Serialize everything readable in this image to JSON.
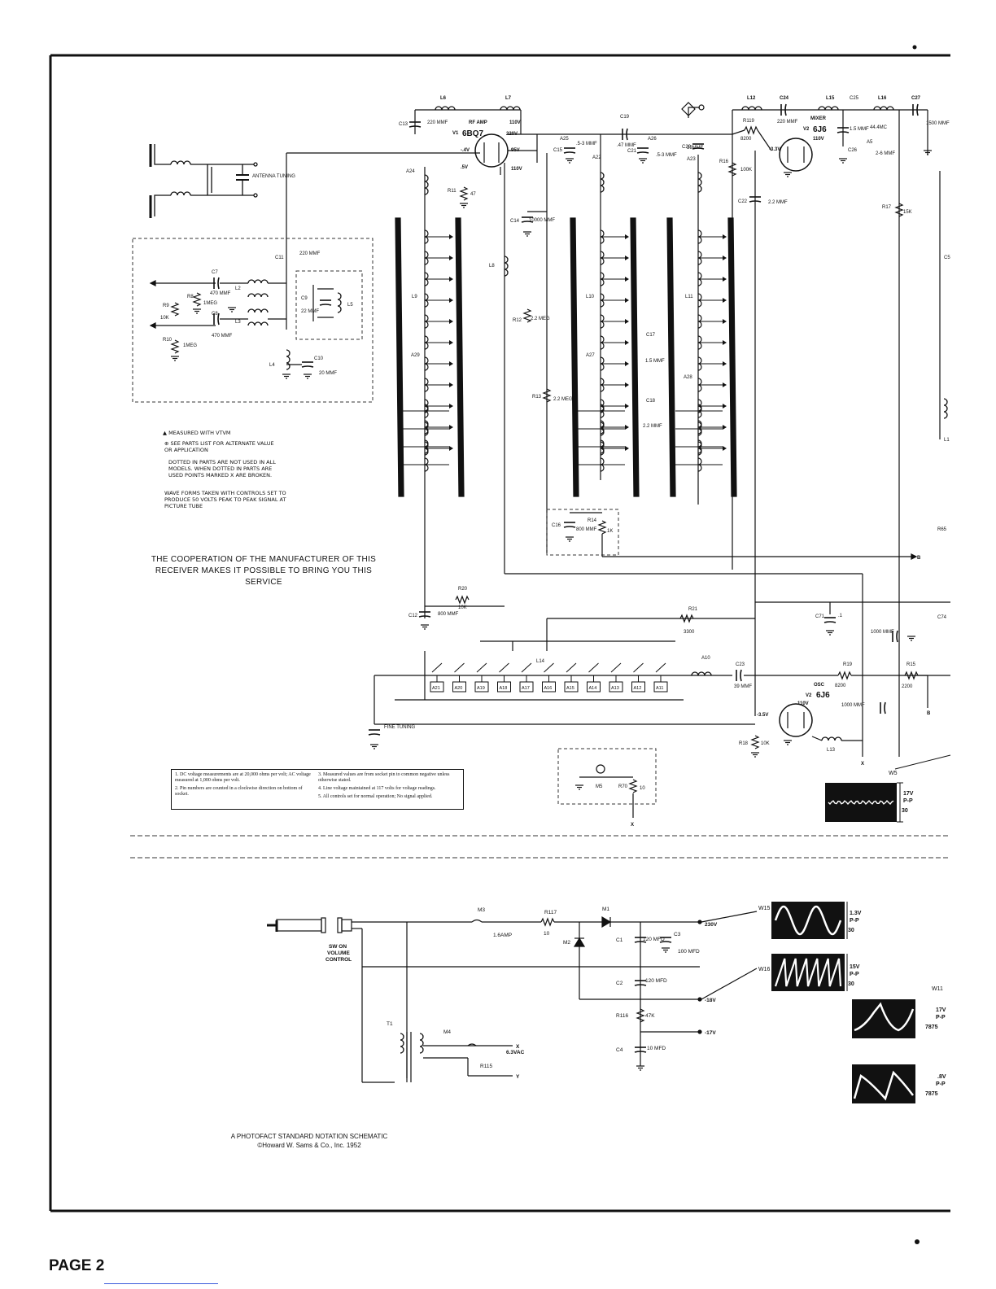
{
  "page_label": "PAGE 2",
  "cooperation_note": "THE COOPERATION OF THE MANUFACTURER OF THIS RECEIVER MAKES IT POSSIBLE TO BRING YOU THIS SERVICE",
  "credit": {
    "line1": "A PHOTOFACT STANDARD NOTATION SCHEMATIC",
    "line2": "©Howard W. Sams & Co., Inc. 1952"
  },
  "symbol_notes": {
    "vtvm": "▲ MEASURED WITH VTVM",
    "parts_list": "⊕ SEE PARTS LIST FOR ALTERNATE VALUE OR APPLICATION",
    "dotted": "DOTTED IN PARTS ARE NOT USED IN ALL MODELS. WHEN DOTTED IN PARTS ARE USED POINTS MARKED X ARE BROKEN.",
    "wave": "WAVE FORMS TAKEN WITH CONTROLS SET TO PRODUCE 50 VOLTS PEAK TO PEAK SIGNAL AT PICTURE TUBE"
  },
  "legend_notes": [
    "1. DC voltage measurements are at 20,000 ohms per volt; AC voltage measured at 1,000 ohms per volt.",
    "2. Pin numbers are counted in a clockwise direction on bottom of socket.",
    "3. Measured values are from socket pin to common negative unless otherwise stated.",
    "4. Line voltage maintained at 117 volts for voltage readings.",
    "5. All controls set for normal operation; No signal applied."
  ],
  "tubes": {
    "v1": {
      "ref": "V1",
      "type": "6BQ7",
      "func": "RF AMP"
    },
    "v2_mixer": {
      "ref": "V2",
      "type": "6J6",
      "func": "MIXER"
    },
    "v2_osc": {
      "ref": "V2",
      "type": "6J6",
      "func": "OSC"
    }
  },
  "labels": {
    "antenna_tuning": "ANTENNA TUNING",
    "fine_tuning": "FINE TUNING",
    "sw_on": "SW ON",
    "volume": "VOLUME",
    "control": "CONTROL",
    "fuse": "1.6AMP",
    "ac_out": "6.3VAC",
    "x": "X",
    "y": "Y",
    "b": "B"
  },
  "components": {
    "L6": "L6",
    "L7": "L7",
    "L12": "L12",
    "L15": "L15",
    "L16": "L16",
    "C13": "C13",
    "C13v": "220 MMF",
    "C19": "C19",
    "C19v": ".47 MMF",
    "C24": "C24",
    "C24v": "220 MMF",
    "C25": "C25",
    "C25v": "1.5 MMF",
    "C26": "C26",
    "C26v": "2-6 MMF",
    "C27": "C27",
    "C27v": "1500 MMF",
    "L16v": "44.4MC",
    "C15": "C15",
    "C15v": ".5-3 MMF",
    "C21": "C21",
    "C21v": ".5-3 MMF",
    "C20": "C20",
    "C20v": "39MMF",
    "C22": "C22",
    "C22v": "2.2 MMF",
    "C14": "C14",
    "C14v": "10000 MMF",
    "R119": "R119",
    "R119v": "8200",
    "R16": "R16",
    "R16v": "100K",
    "R17": "R17",
    "R17v": "15K",
    "R11": "R11",
    "R11v": "47",
    "R12": "R12",
    "R12v": "2.2 MEG",
    "R13": "R13",
    "R13v": "2.2 MEG",
    "R14": "R14",
    "R14v": "1K",
    "C16": "C16",
    "C16v": "800 MMF",
    "C17": "C17",
    "C17v": "1.5 MMF",
    "C18": "C18",
    "C18v": "2.2 MMF",
    "C11": "C11",
    "C11v": "220 MMF",
    "C7": "C7",
    "C7v": "470 MMF",
    "C8": "C8",
    "C8v": "470 MMF",
    "C9": "C9",
    "C9v": "22 MMF",
    "C10": "C10",
    "C10v": "20 MMF",
    "R8": "R8",
    "R8v": "1MEG",
    "R9": "R9",
    "R9v": "10K",
    "R10": "R10",
    "R10v": "1MEG",
    "L2": "L2",
    "L3": "L3",
    "L4": "L4",
    "L5": "L5",
    "L8": "L8",
    "L9": "L9",
    "L10": "L10",
    "L11": "L11",
    "L13": "L13",
    "L14": "L14",
    "A24": "A24",
    "A25": "A25",
    "A26": "A26",
    "A22": "A22",
    "A23": "A23",
    "A27": "A27",
    "A28": "A28",
    "A29": "A29",
    "A5": "A5",
    "A10": "A10",
    "C12": "C12",
    "C12v": "800 MMF",
    "R20": "R20",
    "R20v": "10K",
    "R21": "R21",
    "R21v": "3300",
    "C23": "C23",
    "C23v": "39 MMF",
    "R19": "R19",
    "R19v": "8200",
    "R15": "R15",
    "R15v": "2200",
    "R18": "R18",
    "R18v": "10K",
    "C71": "C71",
    "C71v": ".1",
    "C1000": "1000 MMF",
    "C1000b": "1000 MMF",
    "M5": "M5",
    "R70": "R70",
    "R70v": "10",
    "W5": "W5",
    "M3": "M3",
    "R117": "R117",
    "R117v": "10",
    "M1": "M1",
    "M2": "M2",
    "C1": "C1",
    "C1v": "120 MFD",
    "C3": "C3",
    "C3v": "100 MFD",
    "C2": "C2",
    "C2v": "120 MFD",
    "R116": "R116",
    "R116v": "47K",
    "C4": "C4",
    "C4v": "10 MFD",
    "T1": "T1",
    "M4": "M4",
    "R115": "R115",
    "W15": "W15",
    "W16": "W16",
    "W11": "W11",
    "C5": "C5",
    "L1": "L1",
    "R65": "R65",
    "C74": "C74"
  },
  "switch_bank": [
    "A21",
    "A20",
    "A19",
    "A18",
    "A17",
    "A16",
    "A15",
    "A14",
    "A13",
    "A12",
    "A11"
  ],
  "voltages": {
    "v1_plate": "110V",
    "v1_220": "220V",
    "v1_95": "95V",
    "v1_110b": "110V",
    "v1_grid": "-.4V",
    "v1_cath": ".5V",
    "mixer_110": "110V",
    "mixer_grid": "-3.3V",
    "osc_110": "110V",
    "osc_grid": "-3.5V",
    "b230": "230V",
    "bm18": "-18V",
    "bm17": "-17V"
  },
  "waveforms": {
    "w5": {
      "amp": "17V",
      "pp": "P-P",
      "freq": "30"
    },
    "w15": {
      "amp": "1.3V",
      "pp": "P-P",
      "freq": "30"
    },
    "w16": {
      "amp": "15V",
      "pp": "P-P",
      "freq": "30"
    },
    "w11": {
      "amp": "17V",
      "pp": "P-P",
      "freq": "7875"
    },
    "w4": {
      "amp": ".8V",
      "pp": "P-P",
      "freq": "7875"
    }
  }
}
